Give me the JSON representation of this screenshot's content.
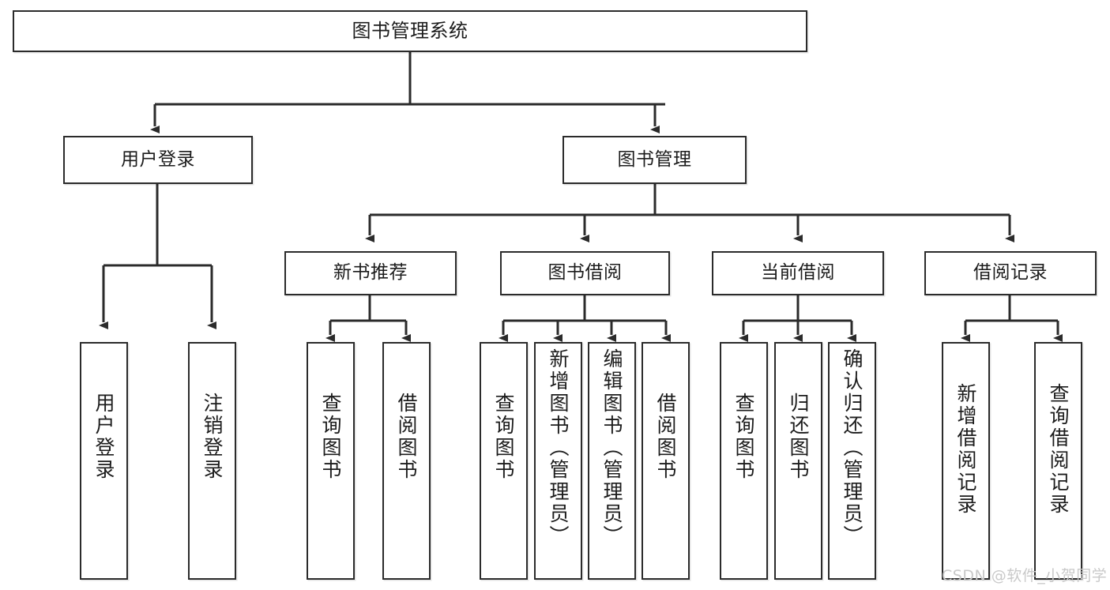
{
  "diagram": {
    "type": "tree-hierarchy",
    "title": "图书管理系统",
    "root": {
      "id": "root",
      "label": "图书管理系统"
    },
    "level1": [
      {
        "id": "user-login",
        "label": "用户登录"
      },
      {
        "id": "book-management",
        "label": "图书管理"
      }
    ],
    "level2": [
      {
        "id": "new-book-recommend",
        "label": "新书推荐",
        "parent": "book-management"
      },
      {
        "id": "book-borrow",
        "label": "图书借阅",
        "parent": "book-management"
      },
      {
        "id": "current-borrow",
        "label": "当前借阅",
        "parent": "book-management"
      },
      {
        "id": "borrow-record",
        "label": "借阅记录",
        "parent": "book-management"
      }
    ],
    "leaves": {
      "user_login": [
        {
          "id": "leaf-user-login",
          "label": "用户登录"
        },
        {
          "id": "leaf-user-logout",
          "label": "注销登录"
        }
      ],
      "new_book_recommend": [
        {
          "id": "leaf-query-book-1",
          "label": "查询图书"
        },
        {
          "id": "leaf-borrow-book-1",
          "label": "借阅图书"
        }
      ],
      "book_borrow": [
        {
          "id": "leaf-query-book-2",
          "label": "查询图书"
        },
        {
          "id": "leaf-add-book",
          "label": "新增图书（管理员）"
        },
        {
          "id": "leaf-edit-book",
          "label": "编辑图书（管理员）"
        },
        {
          "id": "leaf-borrow-book-2",
          "label": "借阅图书"
        }
      ],
      "current_borrow": [
        {
          "id": "leaf-query-book-3",
          "label": "查询图书"
        },
        {
          "id": "leaf-return-book",
          "label": "归还图书"
        },
        {
          "id": "leaf-confirm-return",
          "label": "确认归还（管理员）"
        }
      ],
      "borrow_record": [
        {
          "id": "leaf-add-borrow-record",
          "label": "新增借阅记录"
        },
        {
          "id": "leaf-query-borrow-record",
          "label": "查询借阅记录"
        }
      ]
    }
  },
  "watermark": {
    "text": "CSDN @软件_小贺同学"
  },
  "colors": {
    "stroke": "#2b2b2b",
    "background": "#ffffff",
    "text": "#1c1c1c",
    "watermark": "#c9c9c9"
  }
}
